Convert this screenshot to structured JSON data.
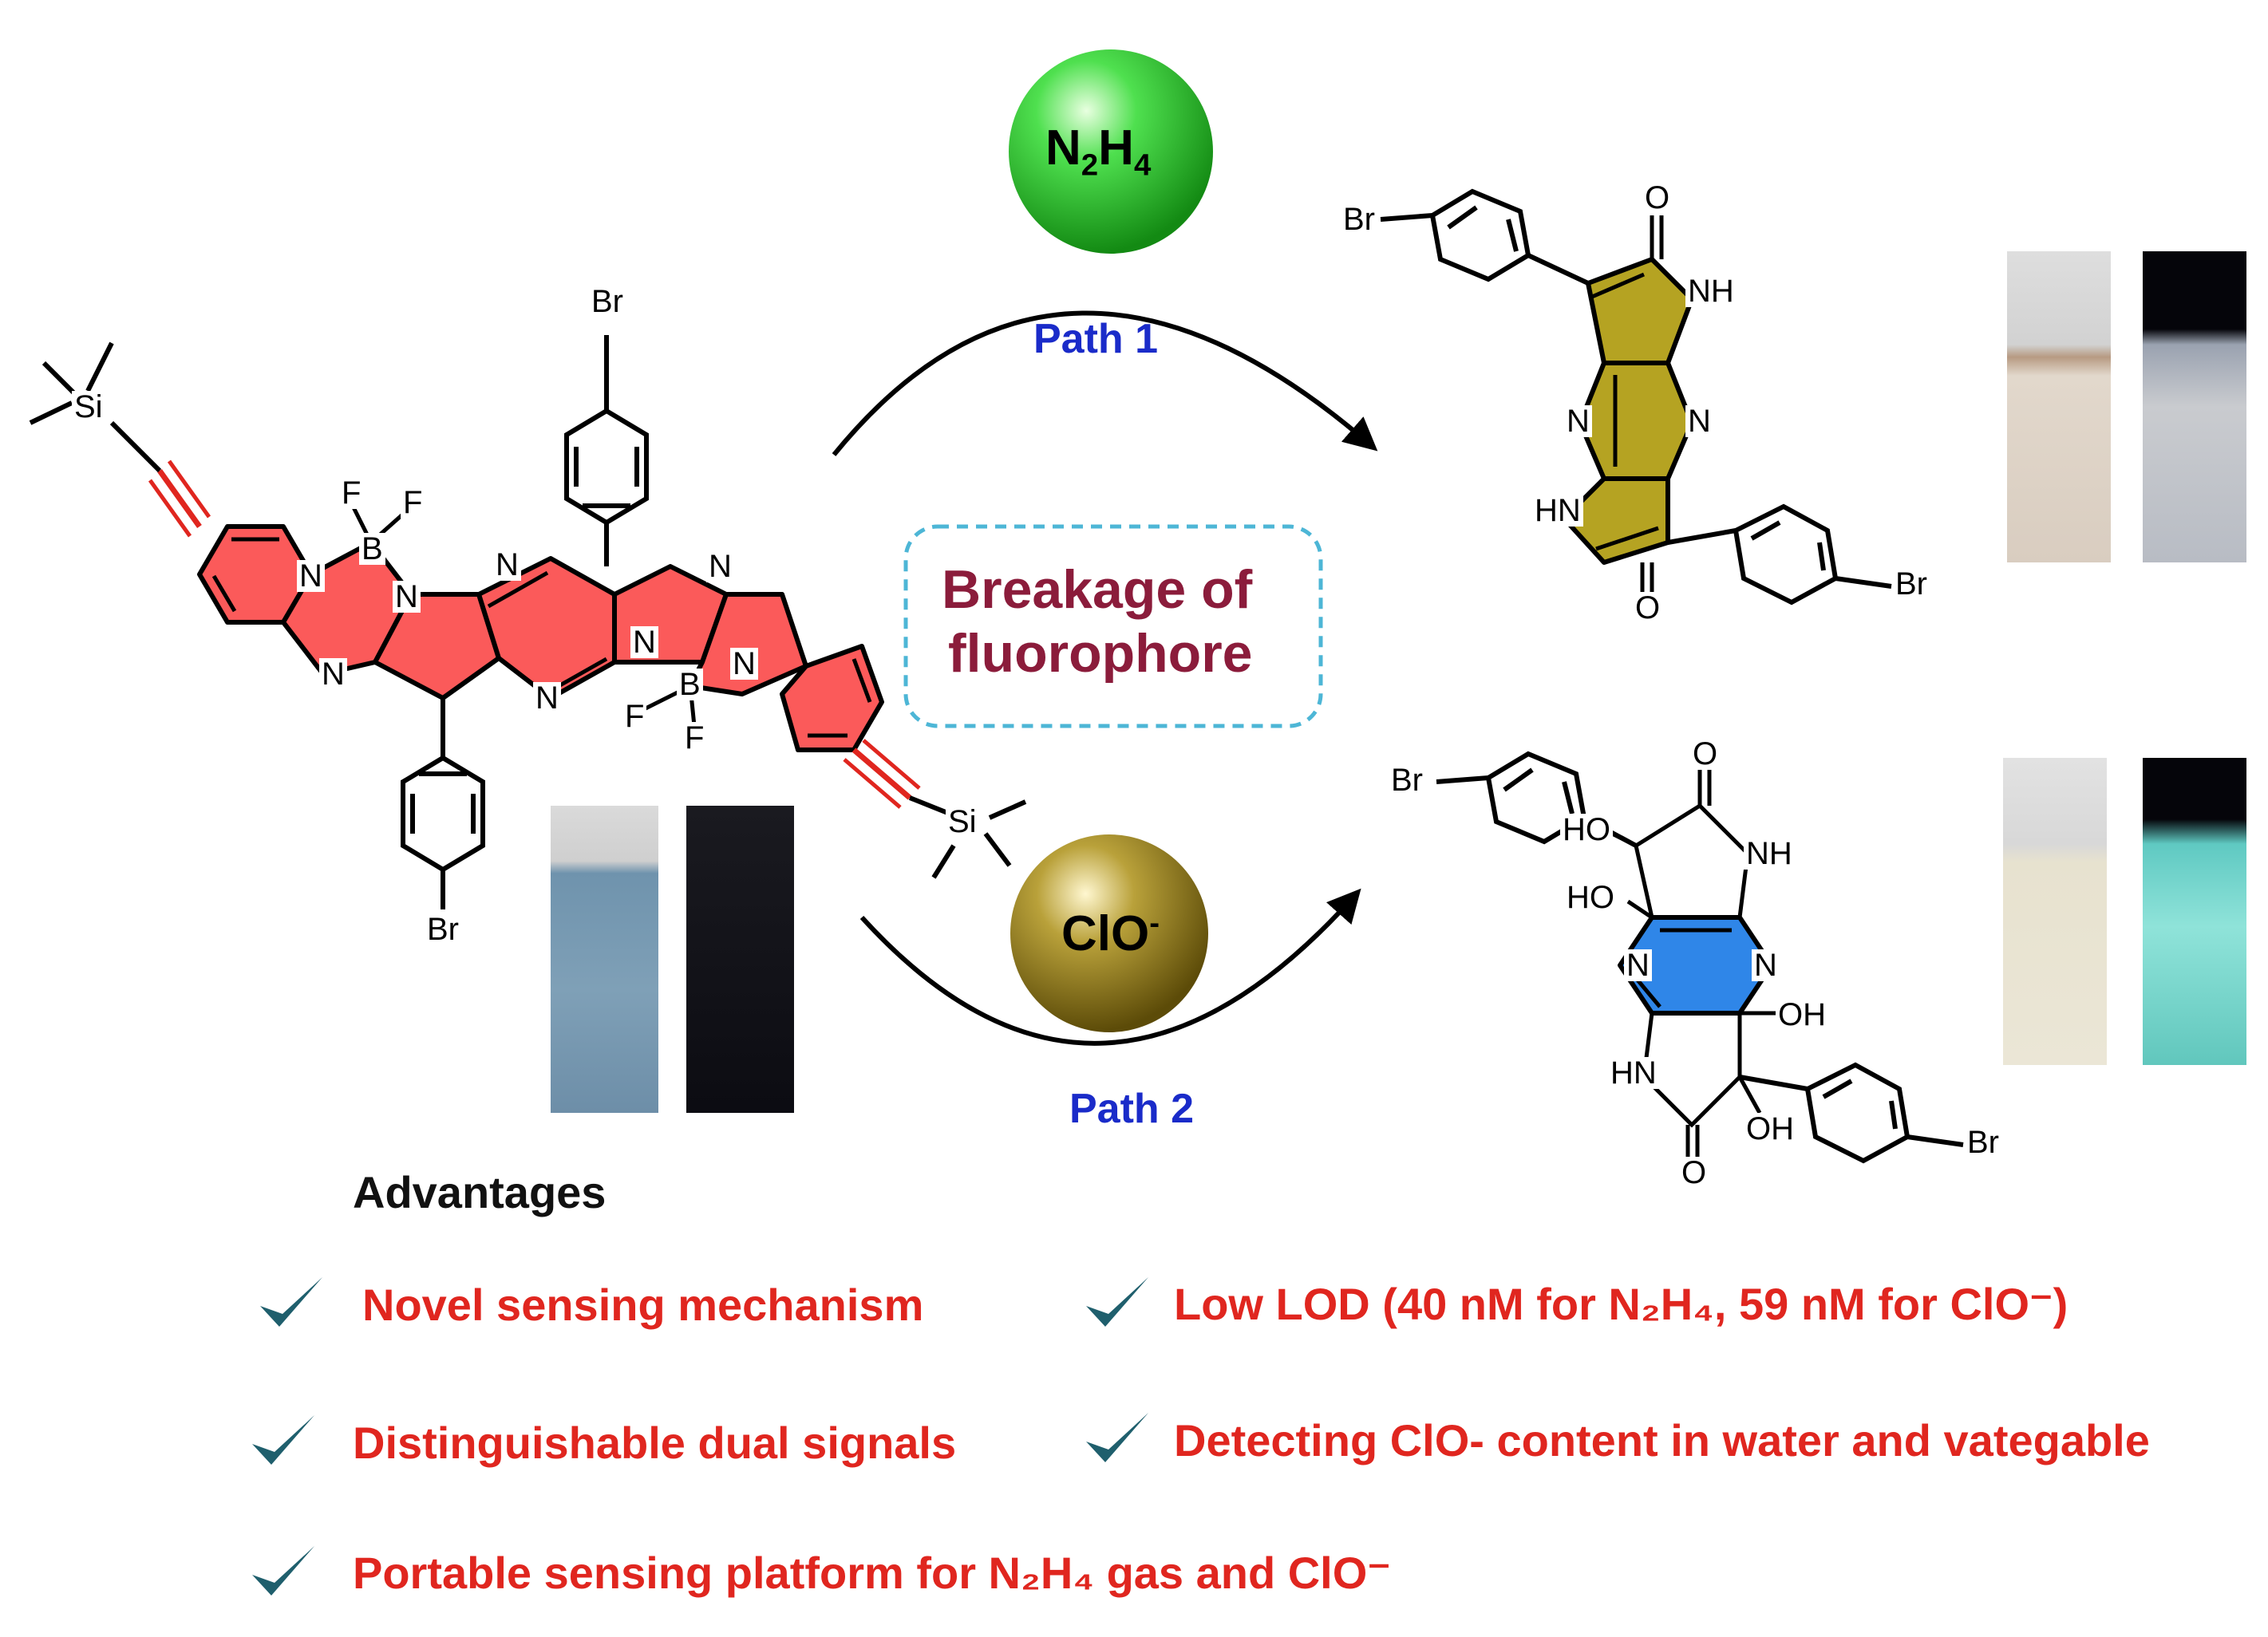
{
  "reagents": {
    "n2h4": "N₂H₄",
    "clo": "ClO⁻",
    "path1": "Path 1",
    "path2": "Path 2"
  },
  "center_box": {
    "line1": "Breakage of",
    "line2": "fluorophore"
  },
  "atoms": {
    "br": "Br",
    "si": "Si",
    "b": "B",
    "f": "F",
    "n": "N",
    "nh": "NH",
    "hn": "HN",
    "o": "O",
    "oh": "OH",
    "ho": "HO"
  },
  "advantages": {
    "title": "Advantages",
    "items": [
      "Novel sensing mechanism",
      "Low LOD (40 nM for N₂H₄, 59 nM for ClO⁻)",
      "Distinguishable dual signals",
      "Detecting ClO- content in water and vategable",
      "Portable sensing platform for N₂H₄ gas and ClO⁻"
    ]
  },
  "colors": {
    "fluorophore_red": "#fb5a5a",
    "path1_product": "#b5a322",
    "path2_ring": "#2f86e8",
    "path_label": "#1a2bc9",
    "breakage_text": "#8b1c3b",
    "box_border": "#4db6d6",
    "advantage_text": "#e0261f",
    "check": "#1f5f6d",
    "green_sphere": "#2ec82e",
    "olive_sphere": "#8f7a1c"
  }
}
